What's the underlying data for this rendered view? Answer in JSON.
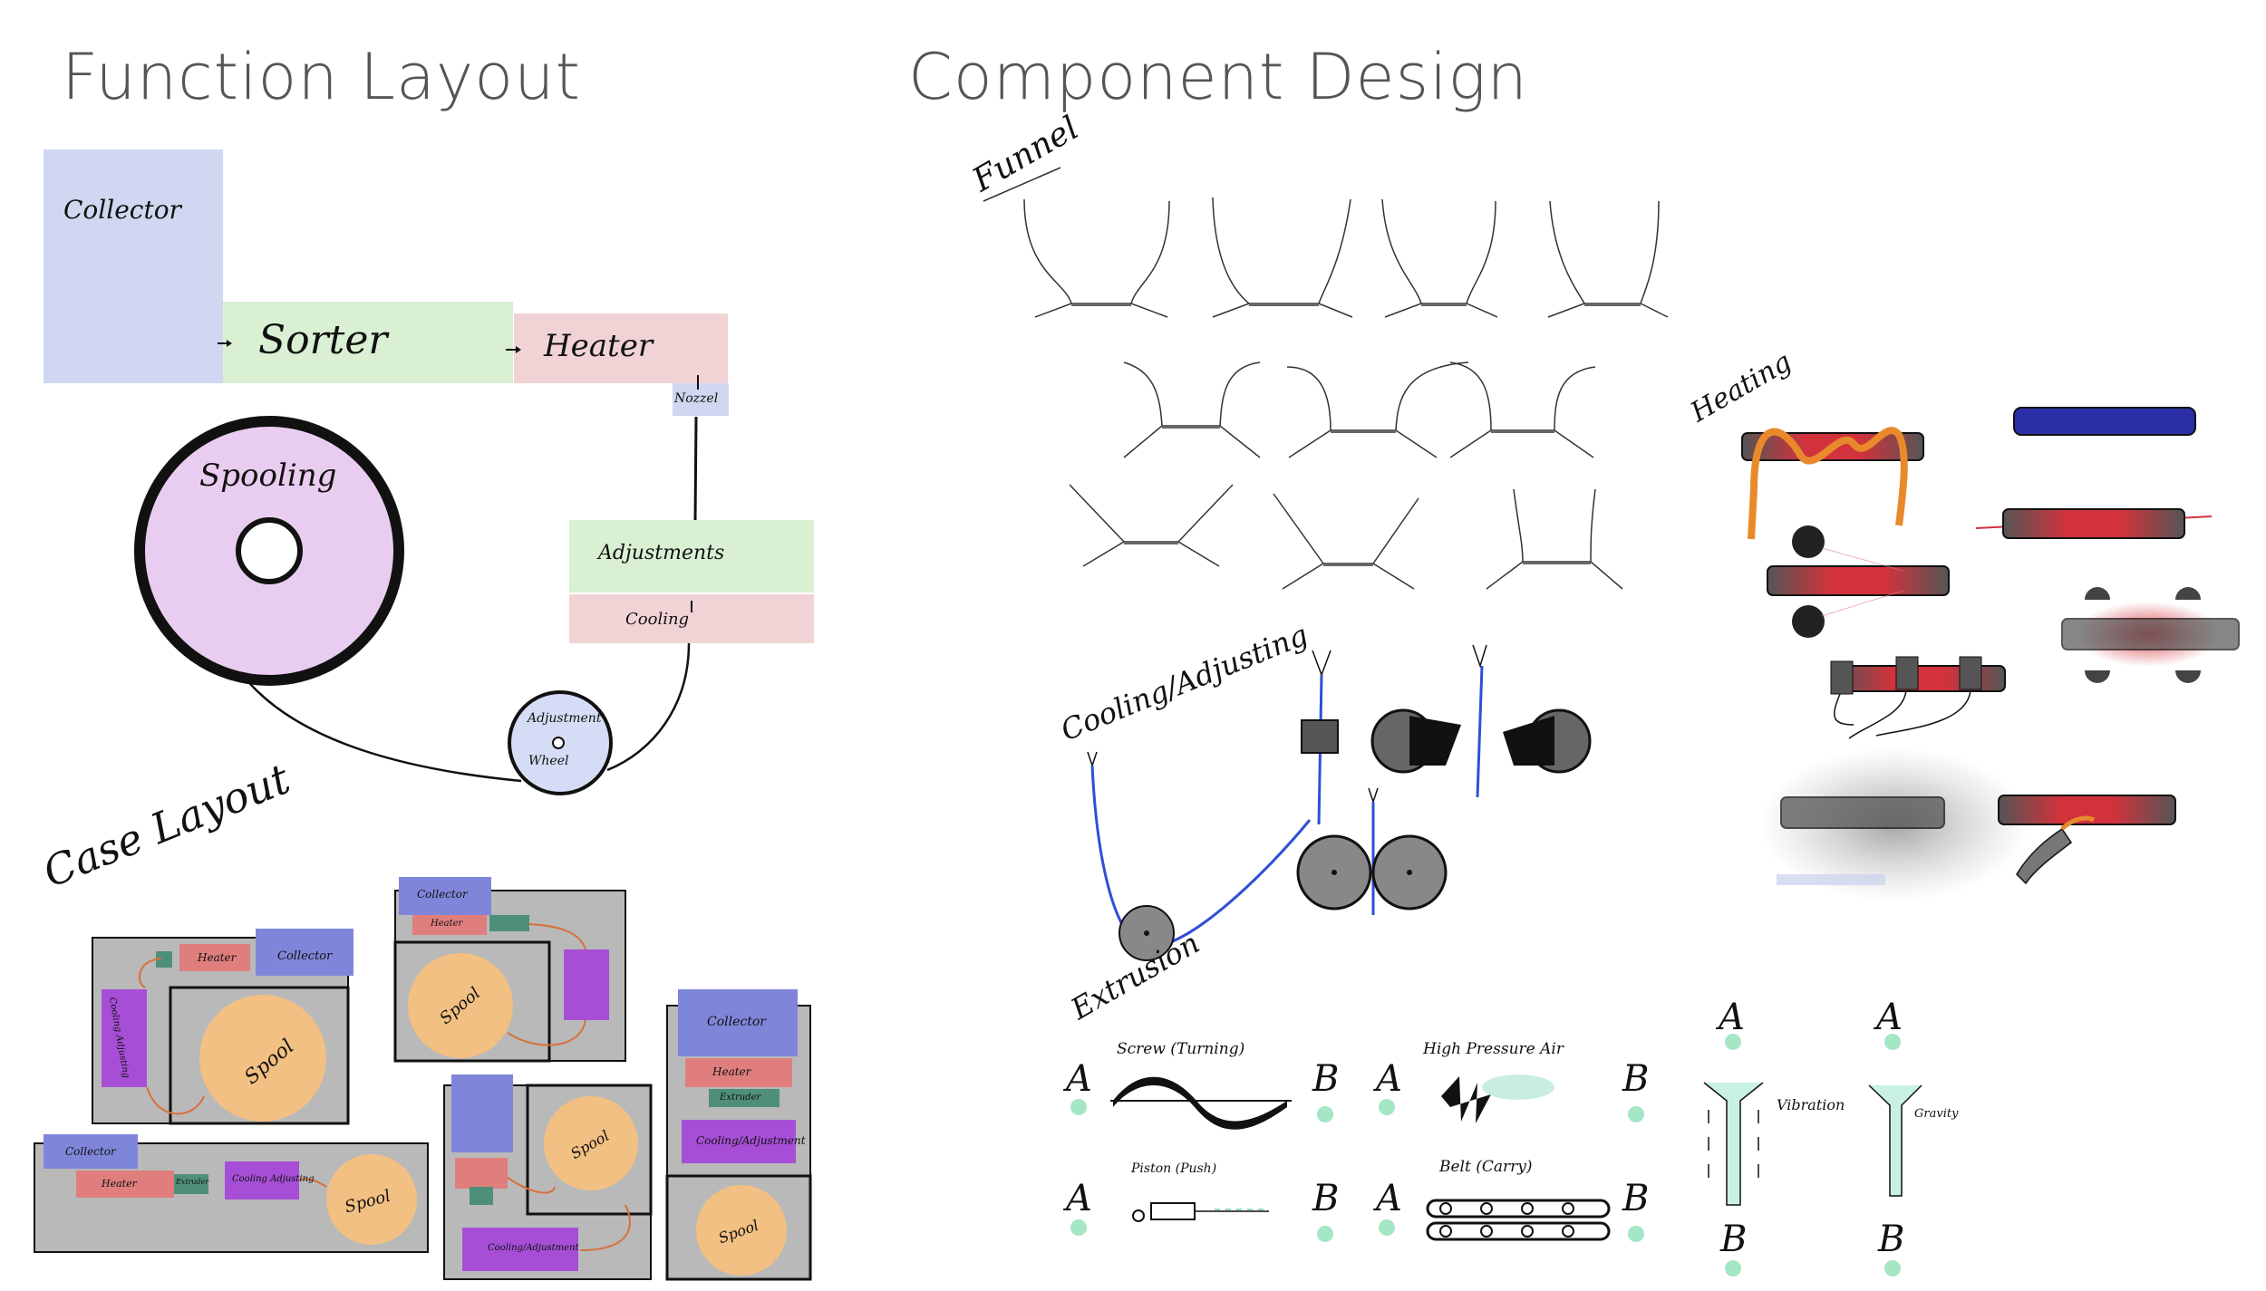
{
  "titles": {
    "function_layout": "Function Layout",
    "component_design": "Component Design"
  },
  "flow": {
    "collector": "Collector",
    "sorter": "Sorter",
    "heater": "Heater",
    "nozzle": "Nozzel",
    "spooling": "Spooling",
    "adjustments": "Adjustments",
    "cooling": "Cooling",
    "adjustment_wheel_1": "Adjustment",
    "adjustment_wheel_2": "Wheel"
  },
  "case_layout": {
    "heading": "Case Layout",
    "collector": "Collector",
    "heater": "Heater",
    "spool": "Spool",
    "cooling_adjusting": "Cooling Adjusting",
    "extruder": "Extruder",
    "cooling_adjustment": "Cooling/Adjustment"
  },
  "components": {
    "funnel": "Funnel",
    "heating": "Heating",
    "cooling_adjusting": "Cooling/Adjusting",
    "extrusion": "Extrusion",
    "screw": "Screw (Turning)",
    "high_pressure_air": "High Pressure Air",
    "piston": "Piston (Push)",
    "belt": "Belt (Carry)",
    "vibration": "Vibration",
    "gravity": "Gravity",
    "point_a": "A",
    "point_b": "B"
  },
  "colors": {
    "collector": "#cfd8f0",
    "sorter": "#d9f0d3",
    "heater": "#f1d3d6",
    "spooling": "#e9cdf0",
    "wheel": "#d5dcf5",
    "case_grey": "#b9b9b9",
    "case_collector": "#7f86d9",
    "case_heater": "#e07e7e",
    "case_extruder": "#4f8f7a",
    "case_purple": "#a64fd6",
    "case_spool": "#f2c082",
    "heat_red": "#d2323c",
    "blue_wire": "#2f4fd6"
  }
}
